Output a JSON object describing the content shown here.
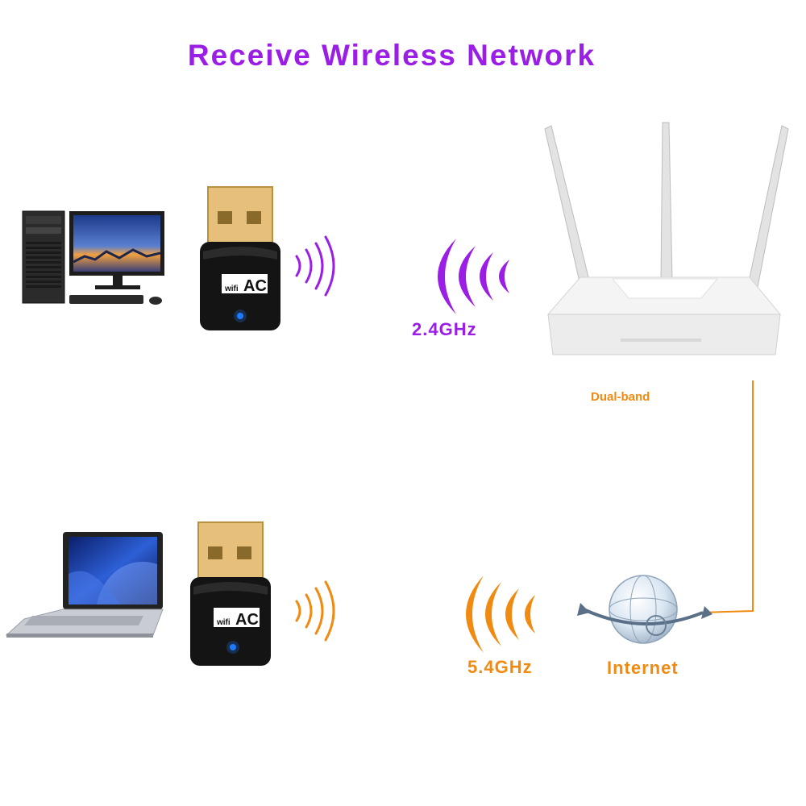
{
  "title": "Receive Wireless Network",
  "band_24_label": "2.4GHz",
  "band_54_label": "5.4GHz",
  "router_label": "Dual-band",
  "internet_label": "Internet",
  "adapter_badge": {
    "small_text": "wifi",
    "large_text": "AC"
  },
  "colors": {
    "purple": "#9a1ee6",
    "orange": "#f08a10",
    "adapter_body": "#141414",
    "usb_gold": "#e8c27a",
    "led_blue": "#1e7bff",
    "router_white": "#f6f6f6"
  },
  "icons": [
    "desktop-computer-icon",
    "laptop-icon",
    "usb-wifi-adapter-icon",
    "router-icon",
    "globe-internet-icon",
    "signal-waves-icon"
  ]
}
